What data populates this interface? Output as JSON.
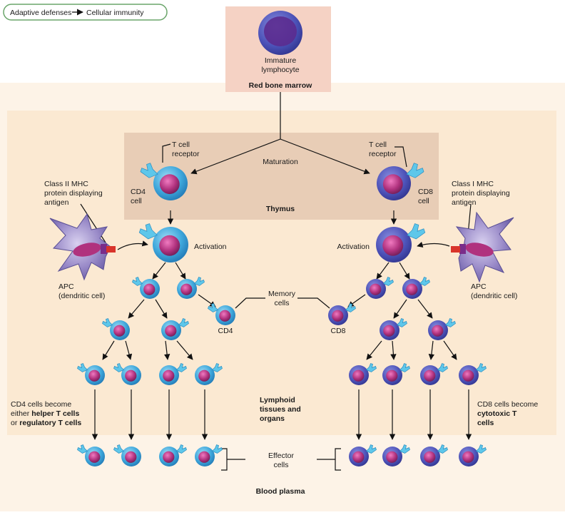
{
  "colors": {
    "plasma_bg": "#fdf3e7",
    "lymphoid_bg": "#fbe9d2",
    "thymus_bg": "#e8cdb6",
    "marrow_bg": "#f5d2c4",
    "cell_cytoplasm": "#3fa8dc",
    "cell_nucleus": "#b0327e",
    "receptor": "#5ec7ea",
    "apc_body": "#9b8cc9",
    "mhc_class_ii": "#d9342b",
    "antigen": "#7a2d8a",
    "breadcrumb_border": "#6aa56a"
  },
  "breadcrumb": {
    "parent": "Adaptive defenses",
    "arrow": "→",
    "current": "Cellular immunity"
  },
  "marrow": {
    "cell_label_1": "Immature",
    "cell_label_2": "lymphocyte",
    "region_label": "Red bone marrow"
  },
  "thymus": {
    "region_label": "Thymus",
    "maturation": "Maturation",
    "left_receptor_1": "T cell",
    "left_receptor_2": "receptor",
    "right_receptor_1": "T cell",
    "right_receptor_2": "receptor",
    "cd4_cell_1": "CD4",
    "cd4_cell_2": "cell",
    "cd8_cell_1": "CD8",
    "cd8_cell_2": "cell"
  },
  "left_side": {
    "mhc_label_1": "Class II MHC",
    "mhc_label_2": "protein displaying",
    "mhc_label_3": "antigen",
    "activation": "Activation",
    "apc_label_1": "APC",
    "apc_label_2": "(dendritic cell)",
    "memory_cell_label": "CD4",
    "fate_1": "CD4 cells become",
    "fate_2_prefix": "either ",
    "fate_2_bold": "helper T cells",
    "fate_3_prefix": "or ",
    "fate_3_bold": "regulatory T cells"
  },
  "right_side": {
    "mhc_label_1": "Class I MHC",
    "mhc_label_2": "protein displaying",
    "mhc_label_3": "antigen",
    "activation": "Activation",
    "apc_label_1": "APC",
    "apc_label_2": "(dendritic cell)",
    "memory_cell_label": "CD8",
    "fate_1": "CD8 cells become",
    "fate_2_bold": "cytotoxic T",
    "fate_3_bold": "cells"
  },
  "center": {
    "memory_1": "Memory",
    "memory_2": "cells",
    "lymphoid_1": "Lymphoid",
    "lymphoid_2": "tissues and",
    "lymphoid_3": "organs",
    "effector_1": "Effector",
    "effector_2": "cells"
  },
  "plasma": {
    "region_label": "Blood plasma"
  }
}
